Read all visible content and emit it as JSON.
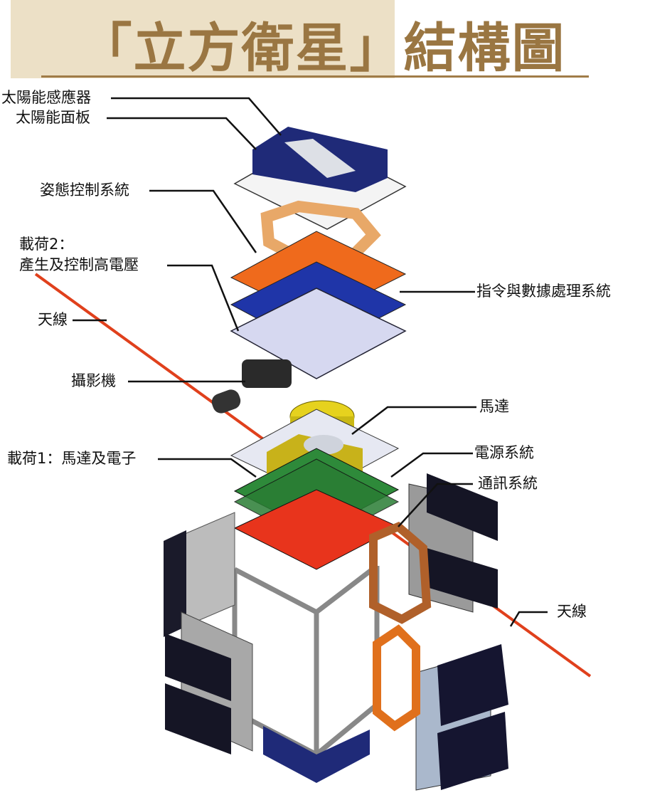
{
  "header": {
    "title": "「立方衛星」結構圖",
    "accent_color": "#9a7642",
    "band_color": "#ece0c6"
  },
  "labels": {
    "sun_sensor": "太陽能感應器",
    "solar_panel": "太陽能面板",
    "attitude_control": "姿態控制系統",
    "payload2_line1": "載荷2：",
    "payload2_line2": "產生及控制高電壓",
    "antenna_left": "天線",
    "camera": "攝影機",
    "payload1": "載荷1：馬達及電子",
    "command_data": "指令與數據處理系統",
    "motor": "馬達",
    "power": "電源系統",
    "comms": "通訊系統",
    "antenna_right": "天線"
  },
  "colors": {
    "solar_panel": "#1f2a78",
    "orange_board": "#ef6a1c",
    "blue_board": "#1f35a8",
    "lavender_board": "#d6d8f0",
    "green_board": "#2e8a3a",
    "red_board": "#e8341c",
    "motor": "#e6d21e",
    "antenna": "#e0401c",
    "coil": "#e8a868"
  }
}
